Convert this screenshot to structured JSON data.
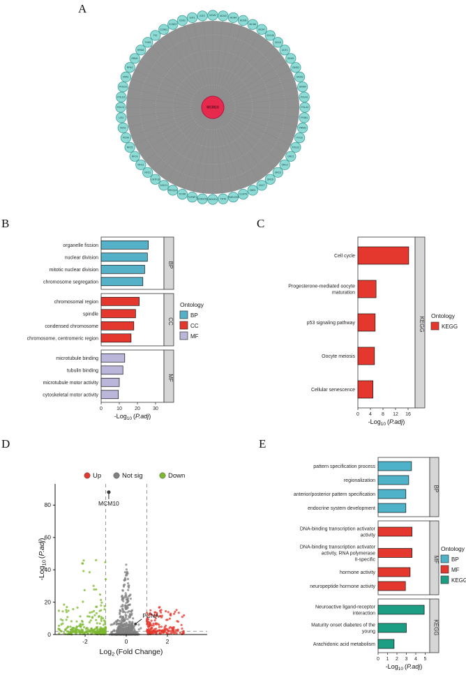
{
  "figure": {
    "background": "#ffffff",
    "panel_labels": {
      "a": "A",
      "b": "B",
      "c": "C",
      "d": "D",
      "e": "E"
    }
  },
  "chart_data": [
    {
      "id": "ppi_network",
      "panel": "A",
      "type": "network",
      "hub": {
        "label": "MCM10",
        "color": "#e8294e",
        "text_color": "#5c0a1e"
      },
      "node_fill": "#8edad5",
      "node_stroke": "#3f9e99",
      "node_text_color": "#0f3d3b",
      "disk_color": "#909090",
      "edge_color": "#878787",
      "nodes": [
        "MCM2",
        "MCM3",
        "MCM4",
        "MCM5",
        "MCM6",
        "MCM7",
        "CDC45",
        "CDC6",
        "CDT1",
        "GINS1",
        "GINS2",
        "GINS3",
        "GINS4",
        "POLA1",
        "POLA2",
        "PRIM1",
        "PRIM2",
        "POLE",
        "POLE2",
        "ORC1",
        "ORC2",
        "ORC3",
        "ORC6",
        "CDC7",
        "DBF4",
        "CLSPN",
        "TIMELESS",
        "TIPIN",
        "WDHD1",
        "DONSON",
        "TOPBP1",
        "TICRR",
        "RECQL4",
        "DSCC1",
        "CHTF18",
        "RFC2",
        "RFC3",
        "RFC4",
        "RFC5",
        "PCNA",
        "FEN1",
        "LIG1",
        "POLD1",
        "POLD2",
        "POLD3",
        "RPA1",
        "RPA2",
        "RRM1",
        "RRM2",
        "TYMS",
        "TK1",
        "CCNE1",
        "CCNE2",
        "CDK2",
        "E2F1",
        "E2F2"
      ]
    },
    {
      "id": "go_enrichment",
      "panel": "B",
      "type": "bar",
      "orientation": "horizontal",
      "xlabel": "-Log10 (P.adj)",
      "xlim": [
        0,
        33
      ],
      "xticks": [
        0,
        10,
        20,
        30
      ],
      "legend_title": "Ontology",
      "legend": [
        {
          "label": "BP",
          "color": "#54b1c7"
        },
        {
          "label": "CC",
          "color": "#e4382e"
        },
        {
          "label": "MF",
          "color": "#b9b6da"
        }
      ],
      "facets": [
        {
          "name": "BP",
          "color": "#54b1c7",
          "items": [
            {
              "label": "organelle fission",
              "value": 26
            },
            {
              "label": "nuclear division",
              "value": 25.5
            },
            {
              "label": "mitotic nuclear division",
              "value": 24
            },
            {
              "label": "chromosome segregation",
              "value": 23
            }
          ]
        },
        {
          "name": "CC",
          "color": "#e4382e",
          "items": [
            {
              "label": "chromosomal region",
              "value": 21
            },
            {
              "label": "spindle",
              "value": 19
            },
            {
              "label": "condensed chromosome",
              "value": 18
            },
            {
              "label": "chromosome, centromeric region",
              "value": 16.5
            }
          ]
        },
        {
          "name": "MF",
          "color": "#b9b6da",
          "items": [
            {
              "label": "microtubule binding",
              "value": 13
            },
            {
              "label": "tubulin binding",
              "value": 12
            },
            {
              "label": "microtubule motor activity",
              "value": 10
            },
            {
              "label": "cytoskeletal motor activity",
              "value": 9.5
            }
          ]
        }
      ]
    },
    {
      "id": "kegg_enrichment",
      "panel": "C",
      "type": "bar",
      "orientation": "horizontal",
      "xlabel": "-Log10 (P.adj)",
      "xlim": [
        0,
        17
      ],
      "xticks": [
        0,
        4,
        8,
        12,
        16
      ],
      "legend_title": "Ontology",
      "legend": [
        {
          "label": "KEGG",
          "color": "#e4382e"
        }
      ],
      "facets": [
        {
          "name": "KEGG",
          "color": "#e4382e",
          "items": [
            {
              "label": "Cell cycle",
              "value": 16.2
            },
            {
              "label": "Progesterone-mediated oocyte\nmaturation",
              "value": 5.8
            },
            {
              "label": "p53 signaling pathway",
              "value": 5.5
            },
            {
              "label": "Oocyte meiosis",
              "value": 5.3
            },
            {
              "label": "Cellular senescence",
              "value": 4.8
            }
          ]
        }
      ]
    },
    {
      "id": "volcano",
      "panel": "D",
      "type": "scatter",
      "xlabel": "Log2 (Fold Change)",
      "ylabel": "-Log10 (P.adj)",
      "xlim": [
        -3.4,
        3.6
      ],
      "ylim": [
        0,
        93
      ],
      "xticks": [
        -2,
        0,
        2
      ],
      "yticks": [
        0,
        20,
        40,
        60,
        80
      ],
      "fold_change_threshold": 1,
      "pvalue_threshold": 2,
      "legend": [
        {
          "label": "Up",
          "color": "#e4382e"
        },
        {
          "label": "Not sig",
          "color": "#808080"
        },
        {
          "label": "Down",
          "color": "#7cb82f"
        }
      ],
      "labeled_genes": [
        {
          "label": "MCM10",
          "x": -0.85,
          "y": 88
        },
        {
          "label": "PCNA",
          "x": 0.45,
          "y": 6.5
        }
      ],
      "clusters": {
        "down": {
          "n": 250,
          "color": "#7cb82f"
        },
        "not_sig": {
          "n": 520,
          "color": "#808080"
        },
        "up": {
          "n": 180,
          "color": "#e4382e"
        }
      }
    },
    {
      "id": "go_kegg_enrichment",
      "panel": "E",
      "type": "bar",
      "orientation": "horizontal",
      "xlabel": "-Log10 (P.adj)",
      "xlim": [
        0,
        5.5
      ],
      "xticks": [
        0,
        1,
        2,
        3,
        4,
        5
      ],
      "legend_title": "Ontology",
      "legend": [
        {
          "label": "BP",
          "color": "#4eb2c9"
        },
        {
          "label": "MF",
          "color": "#e4382e"
        },
        {
          "label": "KEGG",
          "color": "#1b9e83"
        }
      ],
      "facets": [
        {
          "name": "BP",
          "color": "#4eb2c9",
          "items": [
            {
              "label": "pattern specification process",
              "value": 3.55
            },
            {
              "label": "regionalization",
              "value": 3.25
            },
            {
              "label": "anterior/posterior pattern specification",
              "value": 2.95
            },
            {
              "label": "endocrine system development",
              "value": 2.95
            }
          ]
        },
        {
          "name": "MF",
          "color": "#e4382e",
          "items": [
            {
              "label": "DNA-binding transcription activator\nactivity",
              "value": 3.6
            },
            {
              "label": "DNA-binding transcription activator\nactivity, RNA polymerase\nII-specific",
              "value": 3.6
            },
            {
              "label": "hormone activity",
              "value": 3.4
            },
            {
              "label": "neuropeptide hormone activity",
              "value": 2.9
            }
          ]
        },
        {
          "name": "KEGG",
          "color": "#1b9e83",
          "items": [
            {
              "label": "Neuroactive ligand-receptor\ninteraction",
              "value": 4.9
            },
            {
              "label": "Maturity onset diabetes of the\nyoung",
              "value": 3.0
            },
            {
              "label": "Arachidonic acid metabolism",
              "value": 1.7
            }
          ]
        }
      ]
    }
  ]
}
